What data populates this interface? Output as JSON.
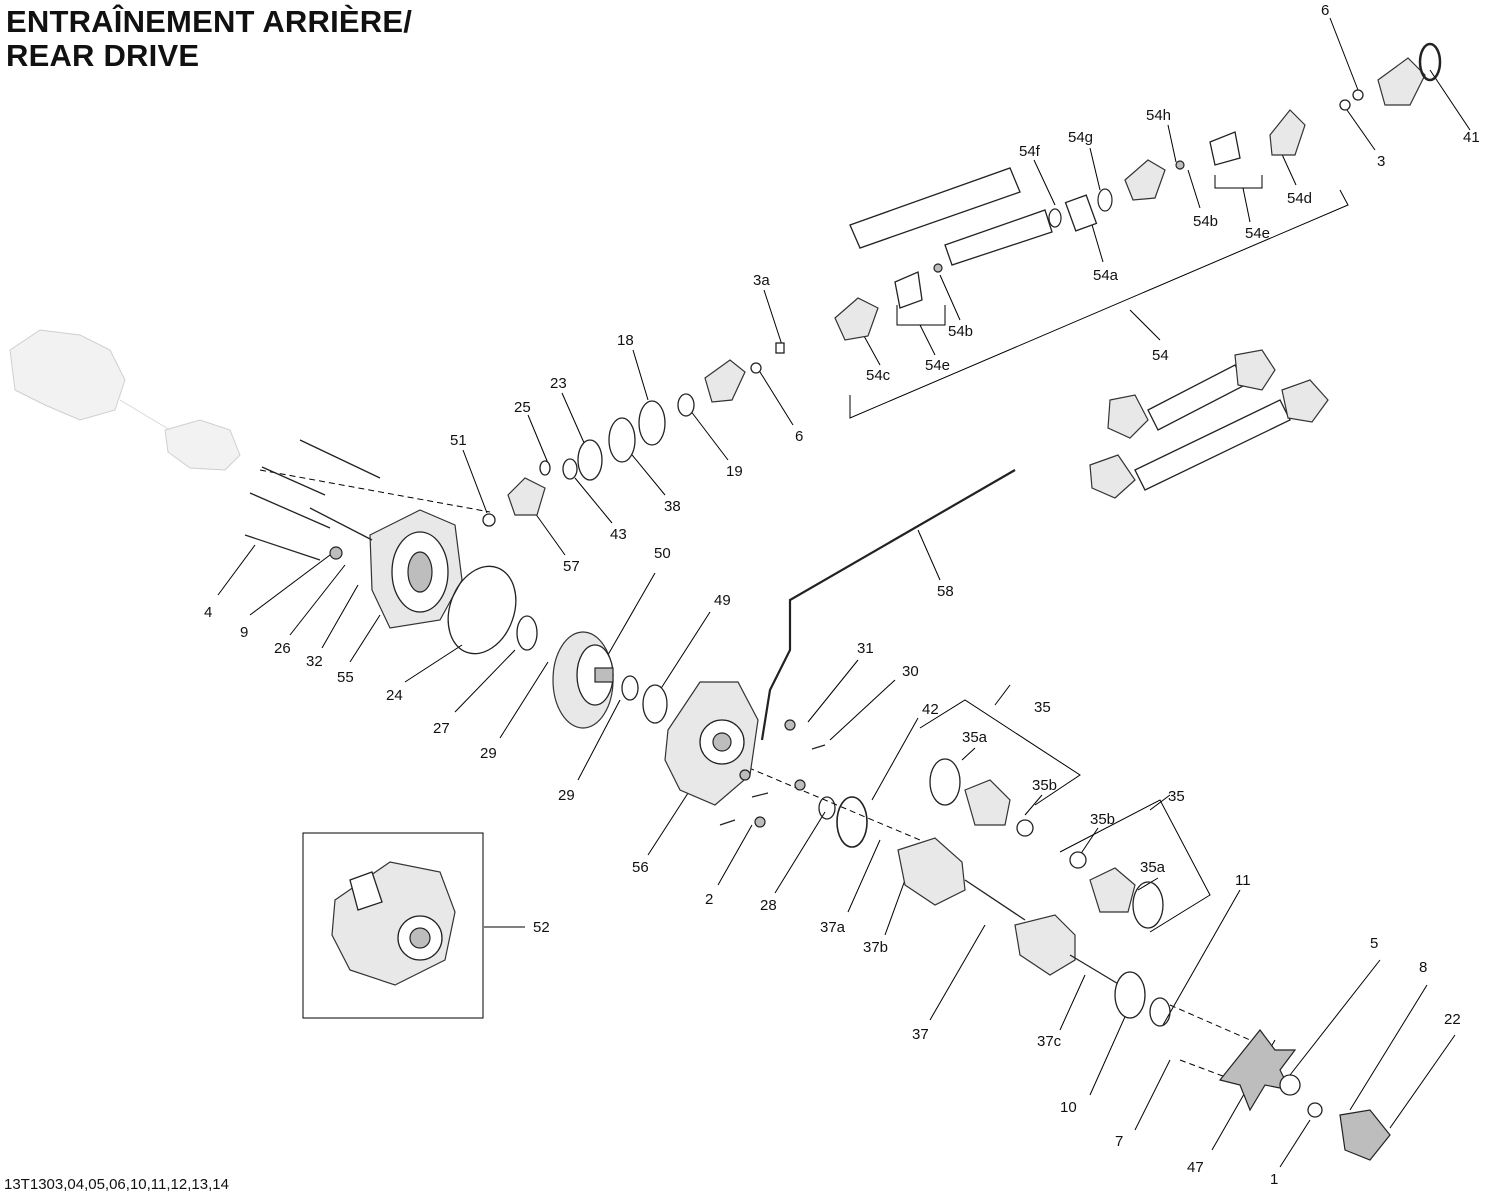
{
  "title_fr": "ENTRAÎNEMENT ARRIÈRE/",
  "title_en": "REAR DRIVE",
  "reference_code": "13T1303,04,05,06,10,11,12,13,14",
  "callouts": [
    "6",
    "41",
    "3",
    "54h",
    "54g",
    "54f",
    "54b",
    "54d",
    "54e",
    "54a",
    "3a",
    "54b",
    "54e",
    "54c",
    "54",
    "18",
    "23",
    "25",
    "6",
    "19",
    "38",
    "43",
    "51",
    "57",
    "50",
    "58",
    "49",
    "4",
    "9",
    "26",
    "32",
    "55",
    "24",
    "27",
    "29",
    "29",
    "31",
    "30",
    "42",
    "35",
    "35a",
    "35b",
    "35",
    "35b",
    "35a",
    "56",
    "2",
    "28",
    "52",
    "37a",
    "37b",
    "37",
    "37c",
    "11",
    "10",
    "5",
    "8",
    "22",
    "7",
    "47",
    "1"
  ]
}
